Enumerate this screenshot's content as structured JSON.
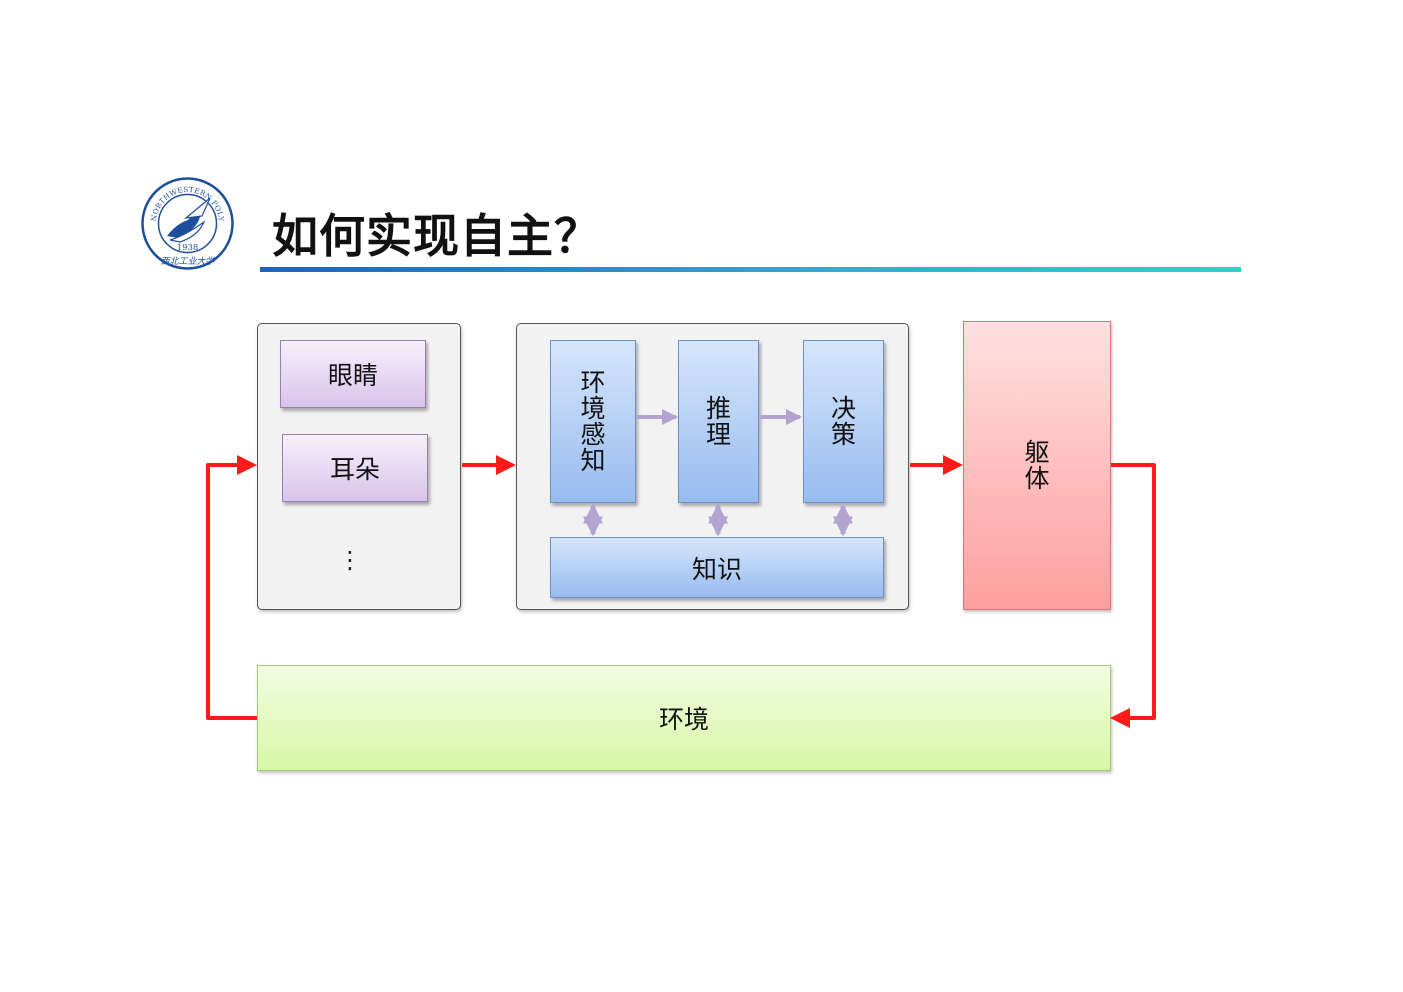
{
  "title": "如何实现自主？",
  "logo": {
    "outer_text": "NORTHWESTERN POLYTECHNICAL UNIVERSITY",
    "year": "1938",
    "chinese_name": "西北工业大学",
    "color": "#1f4f9c"
  },
  "sensors": {
    "eyes": "眼睛",
    "ears": "耳朵",
    "more": "⋮"
  },
  "brain": {
    "perception": "环境感知",
    "reasoning": "推理",
    "decision": "决策",
    "knowledge": "知识"
  },
  "body": "躯体",
  "environment": "环境",
  "colors": {
    "flow_arrow": "#ff1a1a",
    "inner_arrow": "#b3a3d1",
    "title_rule_start": "#1c63bf",
    "title_rule_end": "#2ed1c9"
  }
}
